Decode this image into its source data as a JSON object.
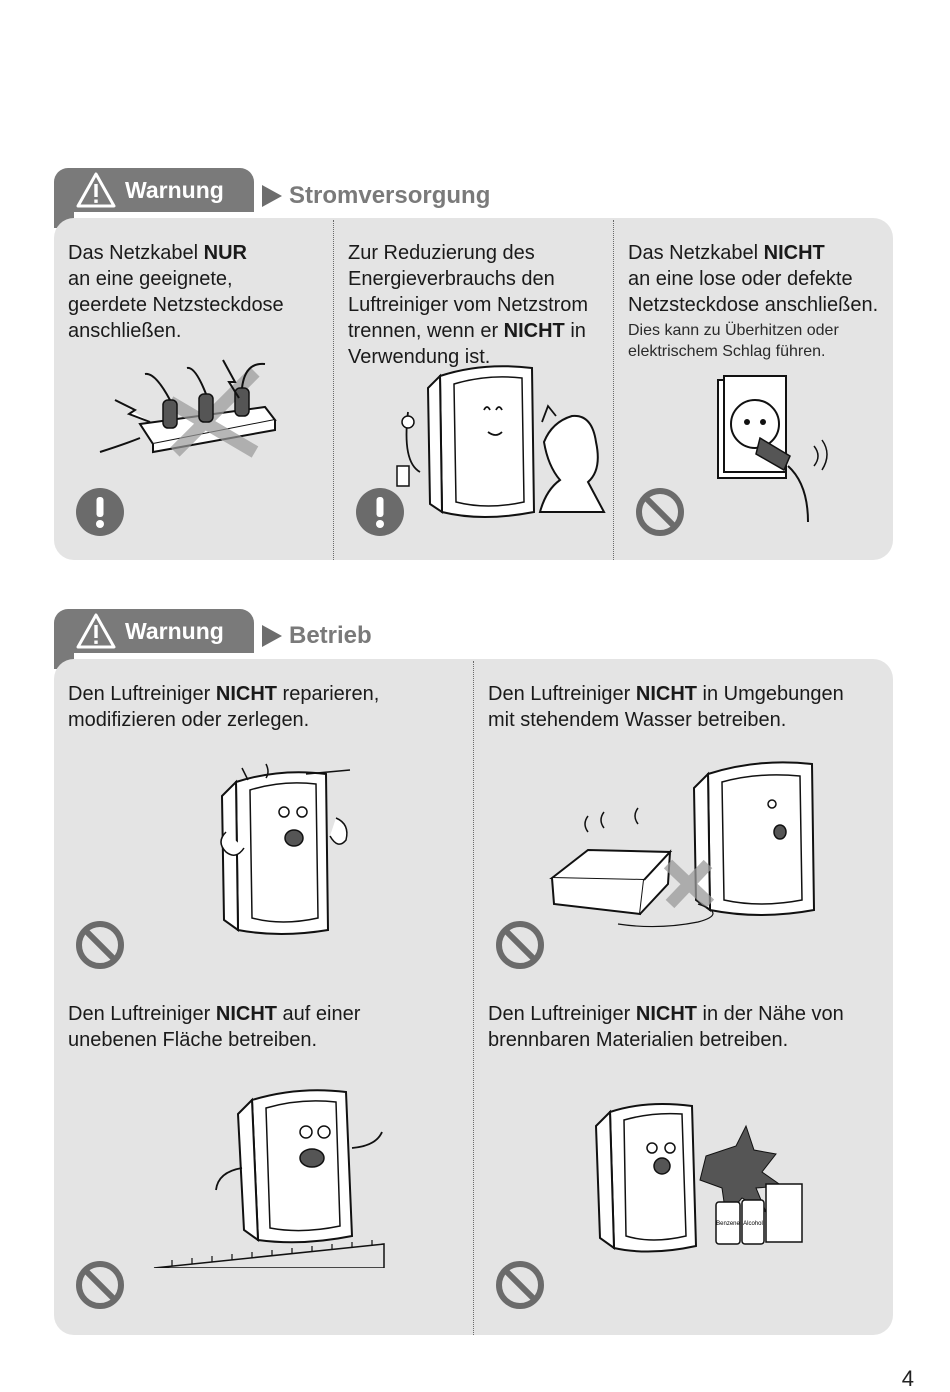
{
  "section1": {
    "tab_label": "Warnung",
    "title": "Stromversorgung",
    "cells": [
      {
        "pre": "Das Netzkabel ",
        "bold": "NUR",
        "post": "",
        "line2": "an eine geeignete,",
        "line3": "geerdete Netzsteckdose",
        "line4": "anschließen.",
        "symbol": "mandatory-icon"
      },
      {
        "text_a": "Zur Reduzierung des",
        "text_b": "Energieverbrauchs den",
        "text_c": "Luftreiniger vom Netzstrom",
        "text_d_pre": "trennen, wenn er ",
        "text_d_bold": "NICHT",
        "text_d_post": " in",
        "text_e": "Verwendung ist.",
        "symbol": "mandatory-icon"
      },
      {
        "pre": "Das Netzkabel ",
        "bold": "NICHT",
        "line2": "an eine lose oder defekte",
        "line3": "Netzsteckdose anschließen.",
        "note1": "Dies kann zu Überhitzen oder",
        "note2": "elektrischem Schlag führen.",
        "symbol": "prohibited-icon"
      }
    ]
  },
  "section2": {
    "tab_label": "Warnung",
    "title": "Betrieb",
    "cells": [
      {
        "pre": "Den Luftreiniger ",
        "bold": "NICHT",
        "post": " reparieren,",
        "line2": "modifizieren oder zerlegen."
      },
      {
        "pre": "Den Luftreiniger ",
        "bold": "NICHT",
        "post": " in Umgebungen",
        "line2": "mit stehendem Wasser betreiben."
      },
      {
        "pre": "Den Luftreiniger ",
        "bold": "NICHT",
        "post": " auf einer",
        "line2": "unebenen Fläche betreiben."
      },
      {
        "pre": "Den Luftreiniger ",
        "bold": "NICHT",
        "post": " in der Nähe von",
        "line2": "brennbaren Materialien betreiben."
      }
    ]
  },
  "bottle_labels": {
    "left": "Benzene",
    "right": "Alcohol"
  },
  "page_number": "4",
  "colors": {
    "tab": "#7a7a7a",
    "panel": "#e4e4e4",
    "symbol": "#6b6b6b"
  }
}
